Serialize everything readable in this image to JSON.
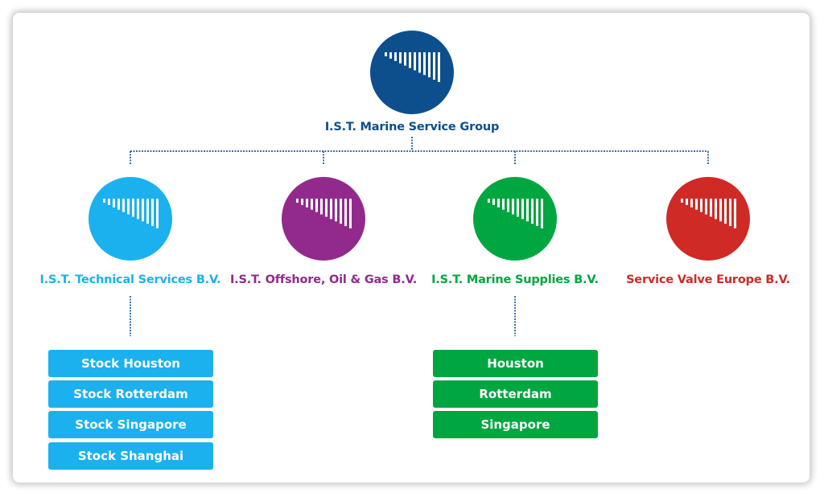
{
  "colors": {
    "group": "#0d4f8c",
    "technical": "#1ab1ee",
    "offshore": "#922a8d",
    "supplies": "#00a63f",
    "valve": "#cf2a26",
    "connector": "#3a6fa6"
  },
  "root": {
    "label": "I.S.T. Marine Service Group",
    "icon": "ist-logo-icon"
  },
  "subsidiaries": [
    {
      "key": "technical",
      "label": "I.S.T. Technical Services B.V.",
      "icon": "ist-logo-icon",
      "locations": [
        "Stock Houston",
        "Stock Rotterdam",
        "Stock Singapore",
        "Stock Shanghai"
      ]
    },
    {
      "key": "offshore",
      "label": "I.S.T. Offshore, Oil & Gas B.V.",
      "icon": "ist-logo-icon",
      "locations": []
    },
    {
      "key": "supplies",
      "label": "I.S.T. Marine Supplies B.V.",
      "icon": "ist-logo-icon",
      "locations": [
        "Houston",
        "Rotterdam",
        "Singapore"
      ]
    },
    {
      "key": "valve",
      "label": "Service Valve Europe B.V.",
      "icon": "ist-logo-icon",
      "locations": []
    }
  ]
}
